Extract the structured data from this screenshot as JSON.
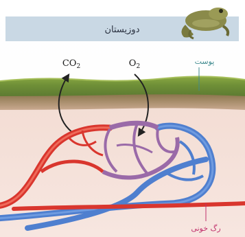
{
  "header": {
    "title": "دوزیستان"
  },
  "gases": {
    "co2": {
      "base": "CO",
      "subscript": "2"
    },
    "o2": {
      "base": "O",
      "subscript": "2"
    }
  },
  "labels": {
    "skin": "پوست",
    "blood_vessel": "رگ خونی"
  },
  "icons": {
    "animal": "frog-icon",
    "exchange_out": "curved-arrow-up-icon",
    "exchange_in": "curved-arrow-down-icon"
  },
  "colors": {
    "header_band": "#c9d8e4",
    "skin_top": "#7a9a3a",
    "skin_mid": "#6f8d3a",
    "dermis": "#8a6a3a",
    "tissue": "#f2d9d2",
    "artery": "#d9362e",
    "vein": "#4f7fcf",
    "capillary": "#9a6aa8"
  }
}
